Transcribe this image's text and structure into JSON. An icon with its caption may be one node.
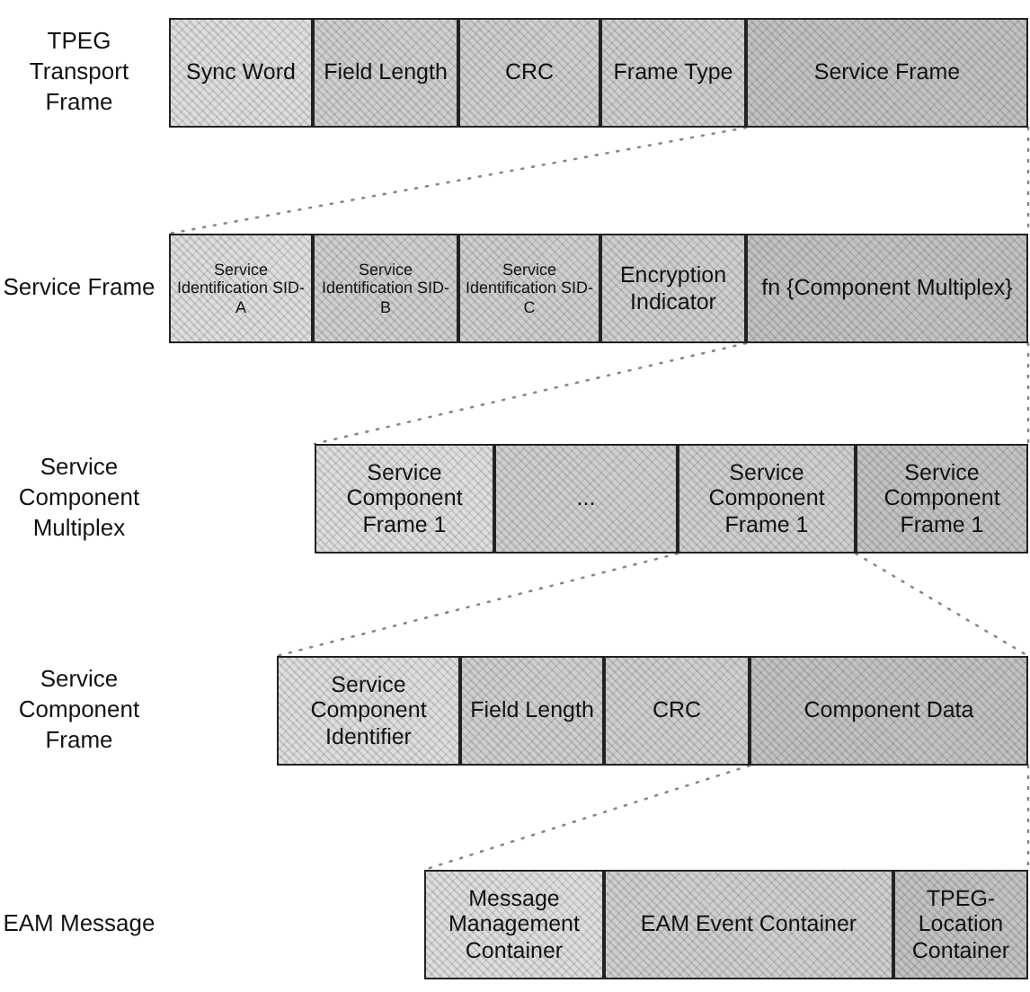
{
  "diagram": {
    "nodes": [
      {
        "text": [
          "Sync Word"
        ]
      },
      {
        "text": [
          "Field Length"
        ]
      },
      {
        "text": [
          "CRC"
        ]
      },
      {
        "text": [
          "Frame Type"
        ]
      },
      {
        "text": [
          "Service Frame"
        ]
      },
      {
        "text": [
          "Service Identification SID-A"
        ]
      },
      {
        "text": [
          "Service Identification SID-B"
        ]
      },
      {
        "text": [
          "Service Identification SID-C"
        ]
      },
      {
        "text": [
          "Encryption Indicator"
        ]
      },
      {
        "text": [
          "fn {Component Multiplex}"
        ]
      },
      {
        "text": [
          "Service Component Frame 1"
        ]
      },
      {
        "text": [
          "..."
        ]
      },
      {
        "text": [
          "Service Component Frame 1"
        ]
      },
      {
        "text": [
          "Service Component Frame 1"
        ]
      },
      {
        "text": [
          "Service Component Identifier"
        ]
      },
      {
        "text": [
          "Field Length"
        ]
      },
      {
        "text": [
          "CRC"
        ]
      },
      {
        "text": [
          "Component Data"
        ]
      },
      {
        "text": [
          "Message Management Container"
        ]
      },
      {
        "text": [
          "EAM Event Container"
        ]
      },
      {
        "text": [
          "TPEG-Location Container"
        ]
      }
    ],
    "edges": [
      {
        "from": 4,
        "to": 5,
        "arrow": "none",
        "style": "dashed"
      },
      {
        "from": 4,
        "to": 9,
        "arrow": "none",
        "style": "dashed"
      },
      {
        "from": 9,
        "to": 10,
        "arrow": "none",
        "style": "dashed"
      },
      {
        "from": 9,
        "to": 13,
        "arrow": "none",
        "style": "dashed"
      },
      {
        "from": 12,
        "to": 14,
        "arrow": "none",
        "style": "dashed"
      },
      {
        "from": 12,
        "to": 17,
        "arrow": "none",
        "style": "dashed"
      },
      {
        "from": 17,
        "to": 18,
        "arrow": "none",
        "style": "dashed"
      },
      {
        "from": 17,
        "to": 20,
        "arrow": "none",
        "style": "dashed"
      }
    ],
    "labels": [
      "TPEG Transport Frame",
      "Service Frame",
      "Service Component Multiplex",
      "Service Component Frame",
      "EAM Message"
    ]
  }
}
